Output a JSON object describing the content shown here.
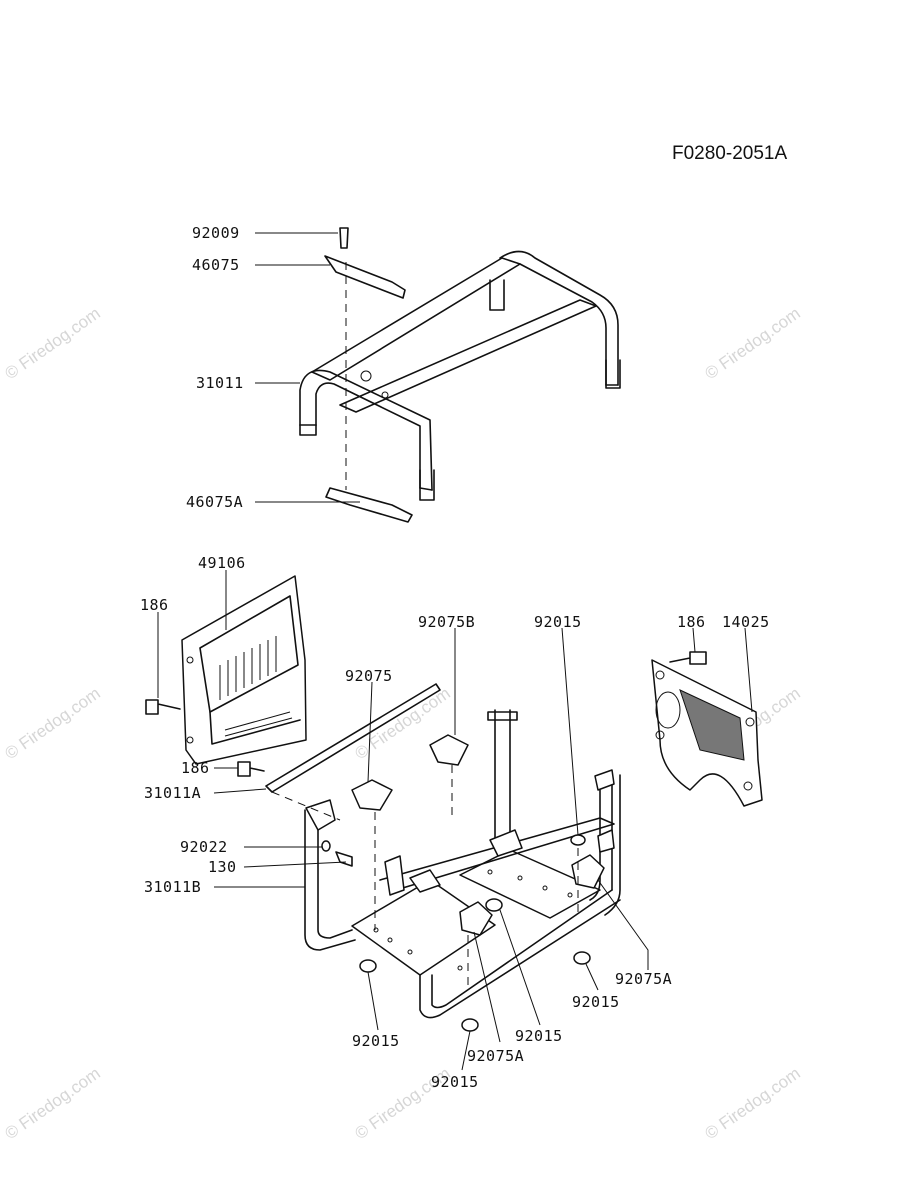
{
  "diagram": {
    "reference_code": "F0280-2051A",
    "watermark_text": "© Firedog.com",
    "parts": [
      {
        "id": "p1",
        "label": "92009"
      },
      {
        "id": "p2",
        "label": "46075"
      },
      {
        "id": "p3",
        "label": "31011"
      },
      {
        "id": "p4",
        "label": "46075A"
      },
      {
        "id": "p5",
        "label": "49106"
      },
      {
        "id": "p6",
        "label": "186"
      },
      {
        "id": "p7",
        "label": "92075B"
      },
      {
        "id": "p8",
        "label": "92015"
      },
      {
        "id": "p9",
        "label": "186"
      },
      {
        "id": "p10",
        "label": "14025"
      },
      {
        "id": "p11",
        "label": "92075"
      },
      {
        "id": "p12",
        "label": "186"
      },
      {
        "id": "p13",
        "label": "31011A"
      },
      {
        "id": "p14",
        "label": "92022"
      },
      {
        "id": "p15",
        "label": "130"
      },
      {
        "id": "p16",
        "label": "31011B"
      },
      {
        "id": "p17",
        "label": "92075A"
      },
      {
        "id": "p18",
        "label": "92015"
      },
      {
        "id": "p19",
        "label": "92015"
      },
      {
        "id": "p20",
        "label": "92015"
      },
      {
        "id": "p21",
        "label": "92075A"
      },
      {
        "id": "p22",
        "label": "92015"
      }
    ]
  }
}
